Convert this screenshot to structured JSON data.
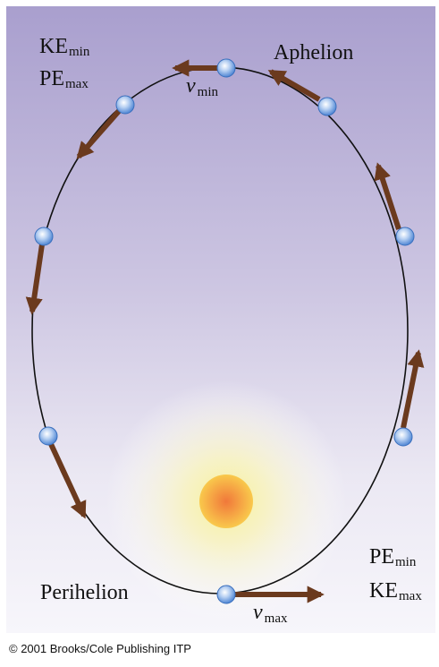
{
  "labels": {
    "aphelion": "Aphelion",
    "perihelion": "Perihelion",
    "ke_min": {
      "base": "KE",
      "sub": "min"
    },
    "pe_max": {
      "base": "PE",
      "sub": "max"
    },
    "pe_min": {
      "base": "PE",
      "sub": "min"
    },
    "ke_max": {
      "base": "KE",
      "sub": "max"
    },
    "v_min": {
      "base": "v",
      "sub": "min"
    },
    "v_max": {
      "base": "v",
      "sub": "max"
    }
  },
  "copyright": "© 2001 Brooks/Cole Publishing ITP",
  "colors": {
    "background_top": "#a99fce",
    "background_bottom": "#ffffff",
    "sun_glow": "#f6eea6",
    "sun_core": "#f39a3c",
    "orbit": "#111111",
    "arrow": "#6b3a1e",
    "planet": "#6ea0df"
  },
  "icons": {
    "sun": "sun-icon",
    "planet": "planet-icon",
    "arrow": "velocity-arrow-icon"
  }
}
